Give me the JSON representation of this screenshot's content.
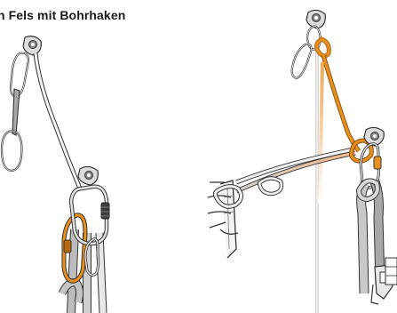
{
  "title": "n Fels mit Bohrhaken",
  "colors": {
    "orange": "#e8901f",
    "orange_dark": "#b86a10",
    "rope_grey": "#b8bcbf",
    "rope_outline": "#4a4a4a",
    "metal": "#d9d9d9",
    "gate_dark": "#3c3c3c"
  },
  "illustrations": {
    "left": "anchor-with-quickdraw-and-carabiners",
    "right": "anchor-with-rope-and-knot-on-tree"
  }
}
